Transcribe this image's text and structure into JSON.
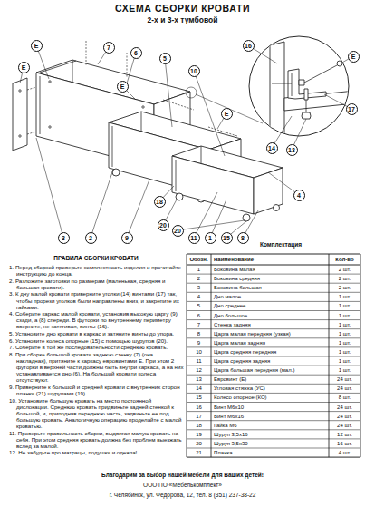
{
  "diagram": {
    "title": "СХЕМА СБОРКИ КРОВАТИ",
    "labels": [
      "2-х и 3-х тумбовой",
      "Е",
      "Е",
      "7",
      "6",
      "5",
      "10",
      "Е",
      "Е",
      "16",
      "Е",
      "17",
      "14",
      "13",
      "18",
      "20",
      "20",
      "3",
      "2",
      "9",
      "11",
      "1",
      "15",
      "8",
      "4",
      "Комплектация",
      "ПРАВИЛА СБОРКИ КРОВАТИ",
      "1. Перед сборкой проверьте комплектность изделия и прочитайте инструкцию до конца.",
      "2. Разложите заготовки по размерам (маленькая, средняя и большая кровати).",
      "3. К дну малой кровати приверните уголки (14) винтами (17) так, чтобы прорези уголков были направлены вниз, и закрепите их гайками.",
      "4. Соберите каркас малой кровати, установив высокую царгу (9) сзади, а (8) спереди. В футорки по внутреннему периметру вверните, не затягивая, винты (16).",
      "5. Установите дно кровати в каркас и затяните винты до упора.",
      "6. Установите колеса опорные (15) с помощью шурупов (20).",
      "7. Соберите в той же последовательности среднюю кровать.",
      "8. При сборке большой кровати заднюю стенку (7) (она накладная), притяните к каркасу евровинтами Е. При этом 2 футорки в верхней части должны быть внутри каркаса, а на них устанавливается дно (6). На большой кровати колеса отсутствуют.",
      "9. Приверните к большой и средней кровати с внутренних сторон планки (21) шурупами (19).",
      "10. Установите большую кровать на место постоянной дислокации. Среднюю кровать придвиньте задней стенкой к большой, и, приподняв переднюю часть, задвиньте ее под большую кровать. Аналогичную операцию проделайте с малой кроватью.",
      "11. Проверьте правильность сборки, выдвигая малую кровать на себя. При этом средняя кровать должна без проблем выезжать вслед за малой.",
      "12. Не забудьте про матрацы, подушки и одеяла!",
      "Обозн.",
      "Наименование",
      "Кол-во",
      "1",
      "Боковина малая",
      "2 шт.",
      "2",
      "Боковина средняя",
      "2 шт.",
      "3",
      "Боковина большая",
      "2 шт.",
      "4",
      "Дно малое",
      "1 шт.",
      "5",
      "Дно среднее",
      "1 шт.",
      "6",
      "Дно большое",
      "1 шт.",
      "7",
      "Стенка задняя",
      "1 шт.",
      "8",
      "Царга малая передняя (узкая)",
      "1 шт.",
      "9",
      "Царга малая задняя",
      "1 шт.",
      "10",
      "Царга средняя передняя",
      "1 шт.",
      "11",
      "Царга средняя задняя",
      "1 шт.",
      "12",
      "Царга большая передняя (мал.)",
      "1 шт.",
      "13",
      "Евровинт (Е)",
      "24 шт.",
      "14",
      "Угловая стяжка (УС)",
      "24 шт.",
      "15",
      "Колесо опорное (КО)",
      "8 шт.",
      "16",
      "Винт М6х10",
      "24 шт.",
      "17",
      "Винт М6х16",
      "24 шт.",
      "18",
      "Гайка М6",
      "24 шт.",
      "19",
      "Шуруп 3,5х16",
      "12 шт.",
      "20",
      "Шуруп 3,5х30",
      "16 шт.",
      "21",
      "Планка",
      "4 шт.",
      "Благодарим за выбор нашей мебели для Ваших детей!",
      "ООО ПО «Мебелькомплект»",
      "г. Челябинск, ул. Федорова, 12, тел. 8 (351) 237-38-22"
    ]
  }
}
